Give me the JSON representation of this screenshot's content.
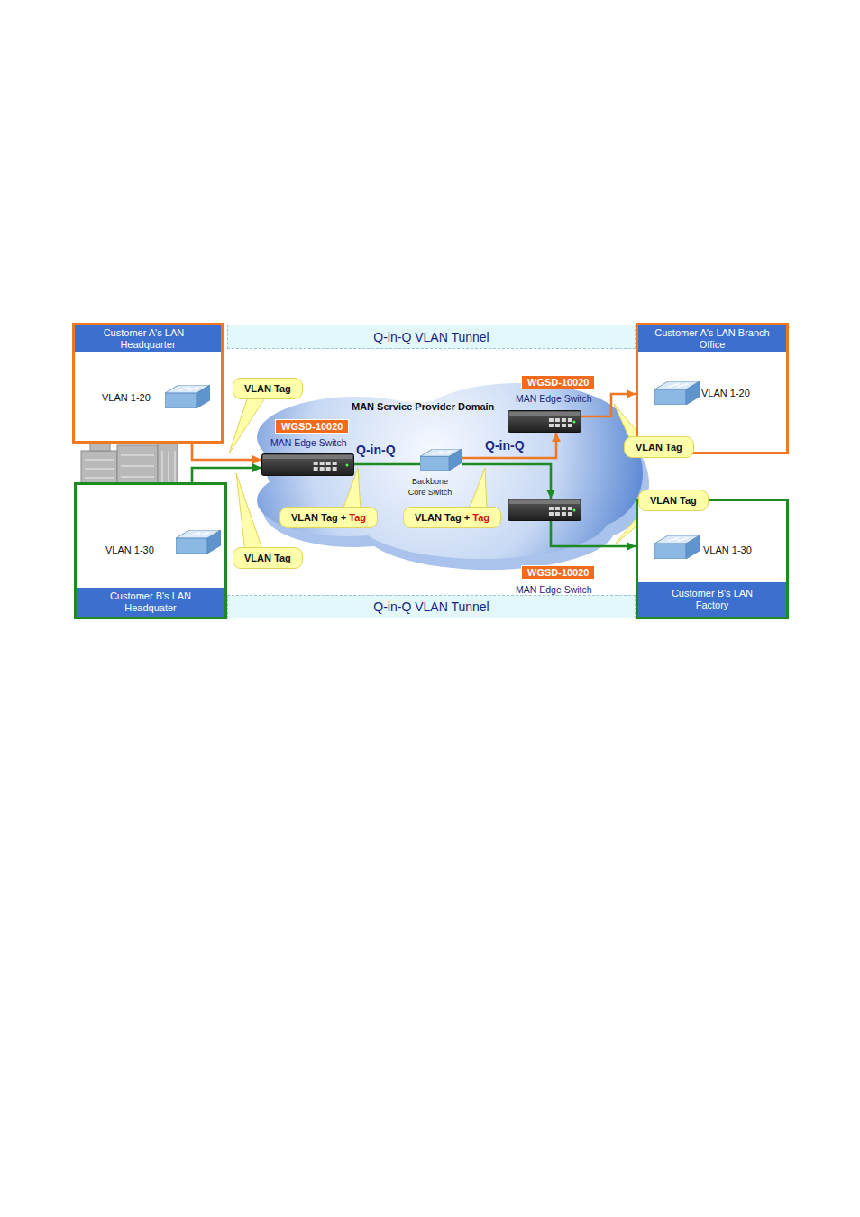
{
  "diagram": {
    "nodes": [
      {
        "text": [
          "Customer A's LAN – Headquarter",
          "VLAN 1-20"
        ]
      },
      {
        "text": [
          "Q-in-Q VLAN Tunnel"
        ]
      },
      {
        "text": [
          "Customer A's LAN Branch Office",
          "VLAN 1-20"
        ]
      },
      {
        "text": [
          "MAN Service Provider Domain"
        ]
      },
      {
        "text": [
          "WGSD-10020",
          "MAN Edge Switch"
        ],
        "in": 3
      },
      {
        "text": [
          "Backbone Core Switch"
        ],
        "in": 3
      },
      {
        "text": [
          "WGSD-10020",
          "MAN Edge Switch"
        ],
        "in": 3
      },
      {
        "text": [
          "WGSD-10020",
          "MAN Edge Switch"
        ],
        "in": 3
      },
      {
        "text": [
          "VLAN 1-30",
          "Customer B's LAN Headquater"
        ]
      },
      {
        "text": [
          "Q-in-Q VLAN Tunnel"
        ]
      },
      {
        "text": [
          "VLAN 1-30",
          "Customer B's LAN Factory"
        ]
      },
      {
        "text": [
          "VLAN Tag"
        ]
      },
      {
        "text": [
          "VLAN Tag"
        ]
      },
      {
        "text": [
          "VLAN Tag + Tag"
        ]
      },
      {
        "text": [
          "VLAN Tag + Tag"
        ]
      },
      {
        "text": [
          "VLAN Tag"
        ]
      },
      {
        "text": [
          "VLAN Tag"
        ]
      }
    ],
    "edges": [
      {
        "from": 0,
        "to": 4,
        "arrow": "to"
      },
      {
        "from": 8,
        "to": 4,
        "arrow": "to"
      },
      {
        "from": 4,
        "to": 5,
        "label": "Q-in-Q",
        "arrow": "none"
      },
      {
        "from": 5,
        "to": 6,
        "label": "Q-in-Q",
        "arrow": "to"
      },
      {
        "from": 5,
        "to": 7,
        "arrow": "to"
      },
      {
        "from": 6,
        "to": 2,
        "arrow": "to"
      },
      {
        "from": 7,
        "to": 10,
        "arrow": "to"
      }
    ]
  }
}
